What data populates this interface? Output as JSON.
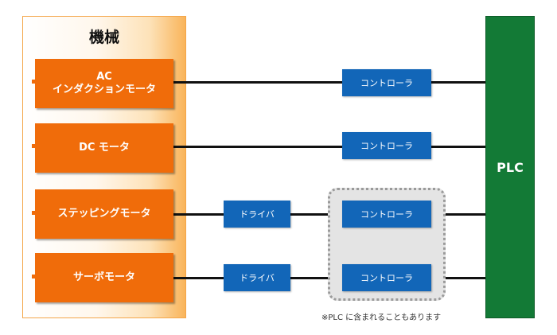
{
  "machine": {
    "title": "機械",
    "motors": [
      "AC\nインダクションモータ",
      "DC モータ",
      "ステッピングモータ",
      "サーボモータ"
    ]
  },
  "drivers": [
    "ドライバ",
    "ドライバ"
  ],
  "controllers": [
    "コントローラ",
    "コントローラ",
    "コントローラ",
    "コントローラ"
  ],
  "plc": {
    "label": "PLC"
  },
  "note": "※PLC に含まれることもあります",
  "colors": {
    "motor": "#f06c0a",
    "controller": "#1266b8",
    "plc": "#137a36",
    "line": "#111111"
  }
}
